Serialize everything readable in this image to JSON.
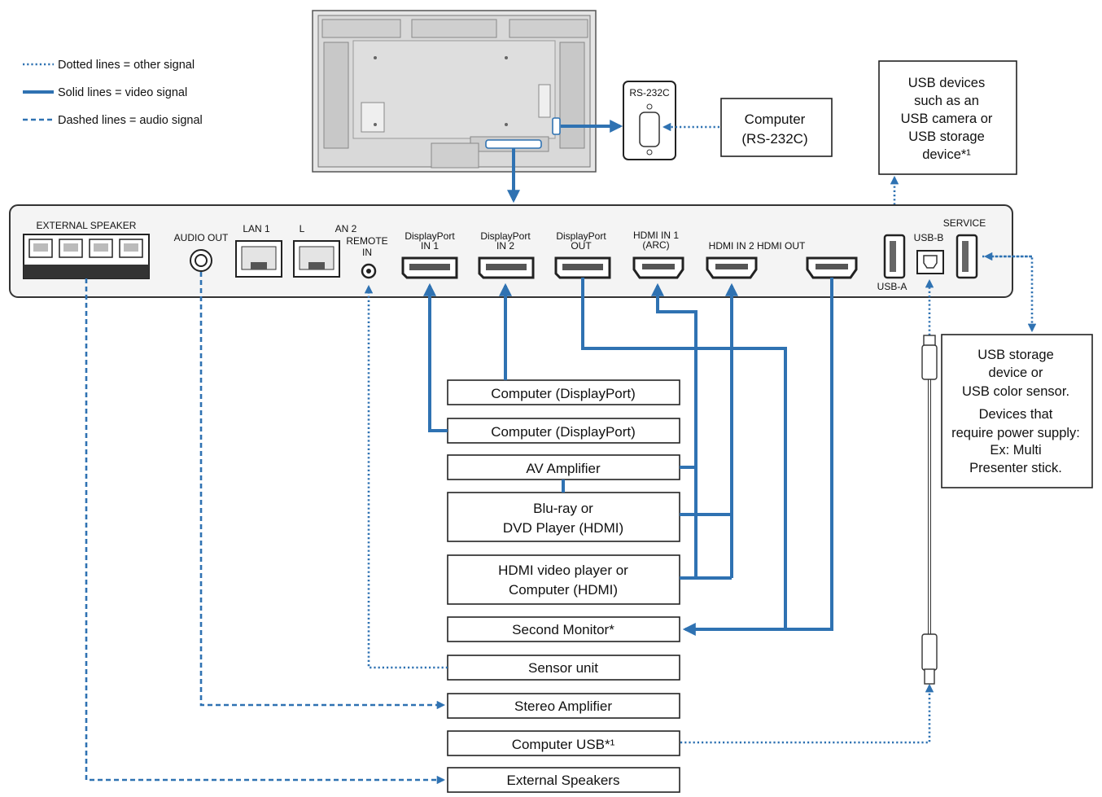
{
  "legend": {
    "dotted": "Dotted lines = other signal",
    "solid": "Solid lines = video signal",
    "dashed": "Dashed lines = audio signal"
  },
  "colors": {
    "line": "#2f72b2",
    "box_border": "#222222",
    "panel_fill": "#f4f4f4"
  },
  "top": {
    "rs232c_label": "RS-232C",
    "computer_rs232c": [
      "Computer",
      "(RS-232C)"
    ],
    "usb_devices": [
      "USB devices",
      "such as an",
      "USB camera or",
      "USB storage",
      "device*¹"
    ]
  },
  "panel": {
    "external_speaker": "EXTERNAL SPEAKER",
    "audio_out": "AUDIO OUT",
    "lan1": "LAN 1",
    "lan2_l": "L",
    "lan2_an2": "AN 2",
    "remote_in": [
      "REMOTE",
      "IN"
    ],
    "dp_in1": [
      "DisplayPort",
      "IN 1"
    ],
    "dp_in2": [
      "DisplayPort",
      "IN 2"
    ],
    "dp_out": [
      "DisplayPort",
      "OUT"
    ],
    "hdmi_in1": [
      "HDMI IN 1",
      "(ARC)"
    ],
    "hdmi_in2_out": "HDMI IN 2 HDMI OUT",
    "usb_a": "USB-A",
    "usb_b": "USB-B",
    "service": "SERVICE"
  },
  "devices": {
    "computer_dp_1": "Computer (DisplayPort)",
    "computer_dp_2": "Computer (DisplayPort)",
    "av_amplifier": "AV Amplifier",
    "bluray": [
      "Blu-ray or",
      "DVD Player (HDMI)"
    ],
    "hdmi_player": [
      "HDMI video player or",
      "Computer (HDMI)"
    ],
    "second_monitor": "Second Monitor*",
    "sensor_unit": "Sensor unit",
    "stereo_amplifier": "Stereo Amplifier",
    "computer_usb": "Computer USB*¹",
    "external_speakers": "External Speakers"
  },
  "usb_storage": [
    "USB storage",
    "device or",
    "USB color sensor.",
    "Devices that",
    "require power supply:",
    "Ex: Multi",
    "Presenter stick."
  ]
}
